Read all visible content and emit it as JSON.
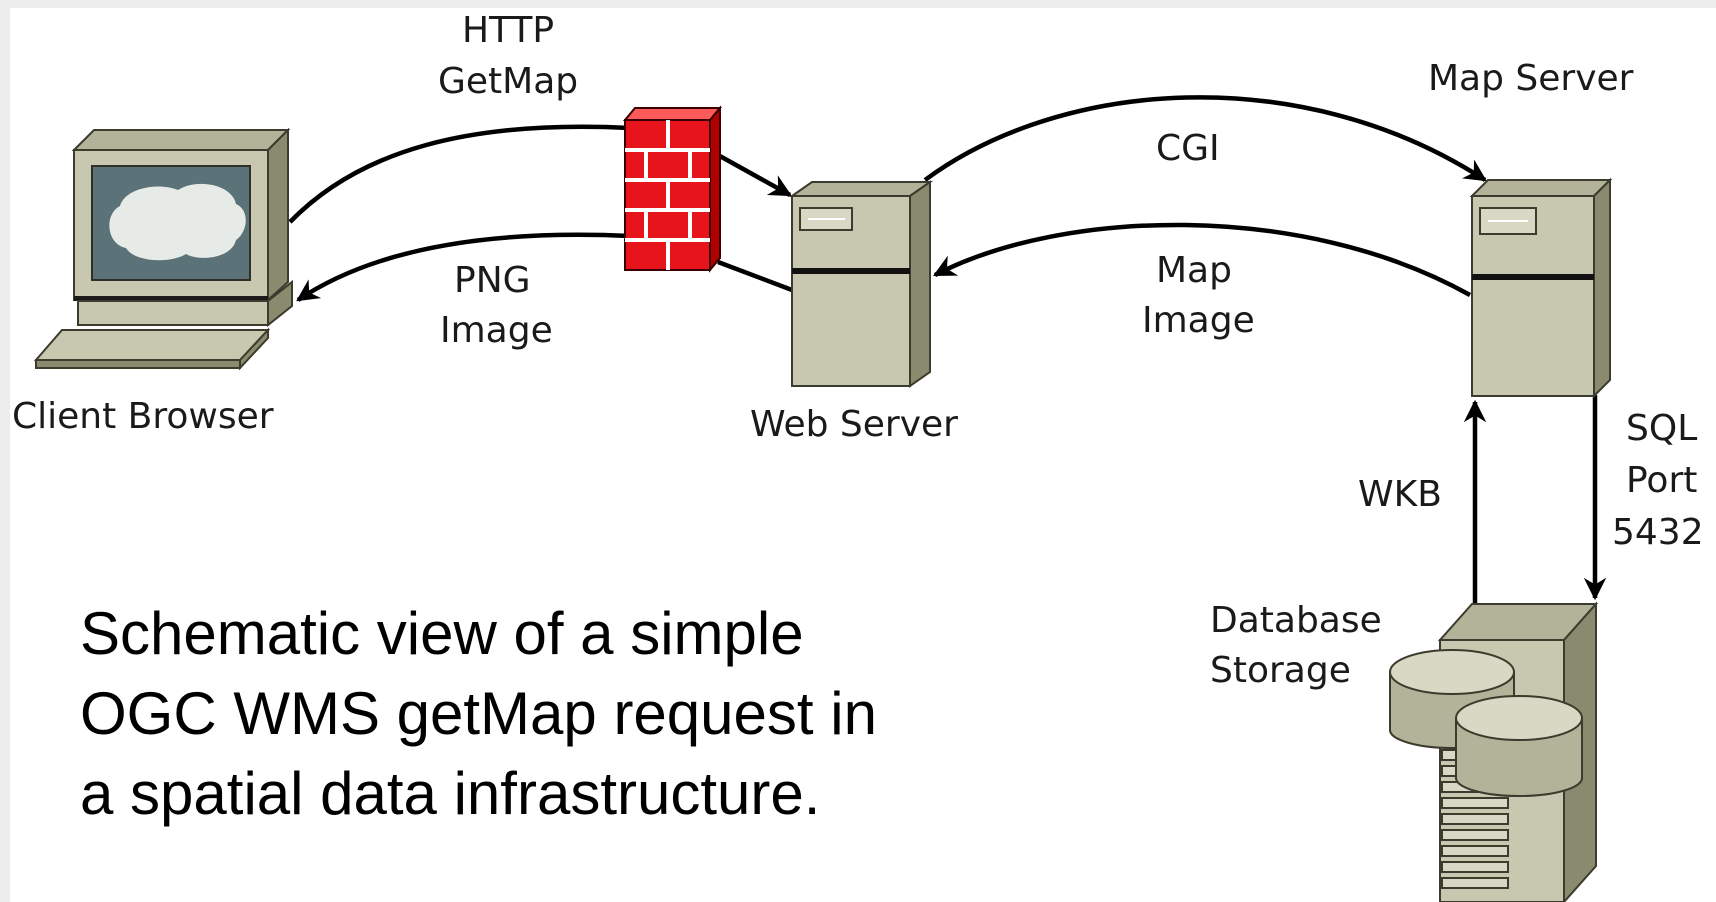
{
  "nodes": {
    "client": "Client Browser",
    "web": "Web Server",
    "map": "Map Server",
    "db": [
      "Database",
      "Storage"
    ]
  },
  "edges": {
    "request": [
      "HTTP",
      "GetMap"
    ],
    "response": [
      "PNG",
      "Image"
    ],
    "cgi": "CGI",
    "map_image": [
      "Map",
      "Image"
    ],
    "wkb": "WKB",
    "sql": [
      "SQL",
      "Port",
      "5432"
    ]
  },
  "caption": [
    "Schematic view of a simple",
    "OGC WMS getMap request in",
    "a spatial data infrastructure."
  ],
  "colors": {
    "device": "#c8c8b0",
    "device_dark": "#8a8a6e",
    "firewall": "#e8141c",
    "screen": "#5b7278",
    "cloud": "#e6ebe8"
  }
}
